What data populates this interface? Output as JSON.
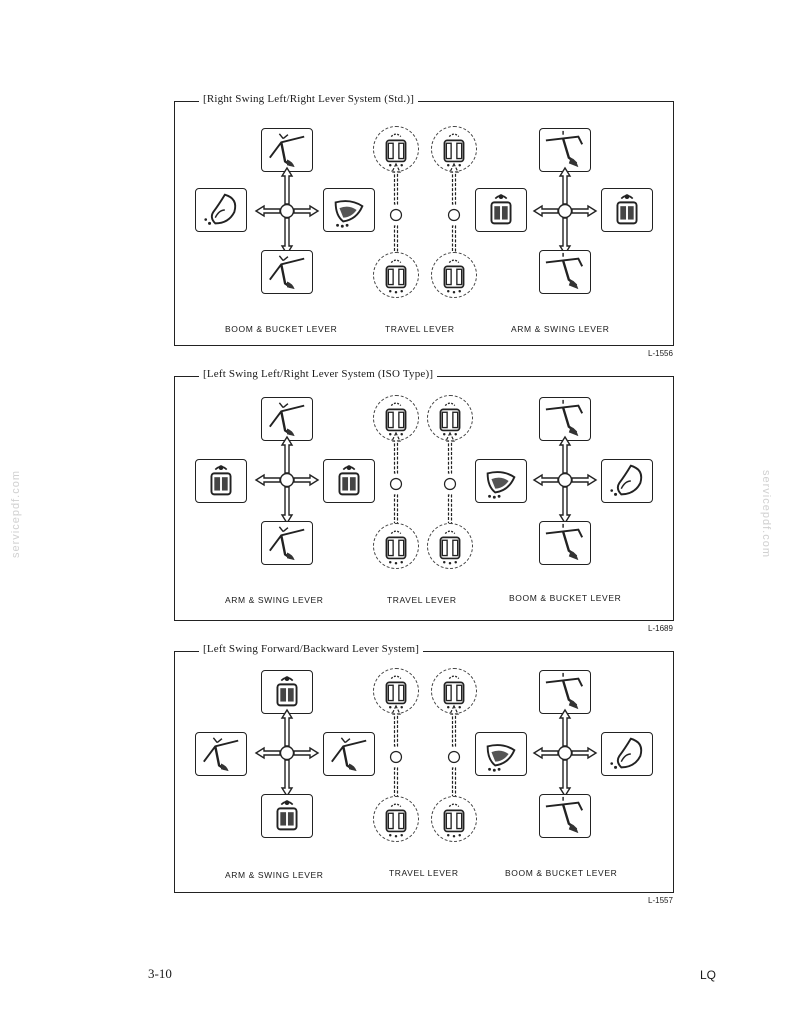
{
  "panels": [
    {
      "title": "[Right Swing Left/Right Lever System (Std.)]",
      "code": "L-1556",
      "levers": [
        "BOOM & BUCKET LEVER",
        "TRAVEL LEVER",
        "ARM & SWING LEVER"
      ]
    },
    {
      "title": "[Left Swing Left/Right Lever System (ISO Type)]",
      "code": "L-1689",
      "levers": [
        "ARM & SWING LEVER",
        "TRAVEL LEVER",
        "BOOM & BUCKET LEVER"
      ]
    },
    {
      "title": "[Left Swing Forward/Backward Lever System]",
      "code": "L-1557",
      "levers": [
        "ARM & SWING LEVER",
        "TRAVEL LEVER",
        "BOOM & BUCKET LEVER"
      ]
    }
  ],
  "watermark": "servicepdf.com",
  "footer": {
    "page_number": "3-10",
    "code": "LQ"
  },
  "colors": {
    "ink": "#1a1a1a",
    "watermark": "#d0d0d0"
  }
}
